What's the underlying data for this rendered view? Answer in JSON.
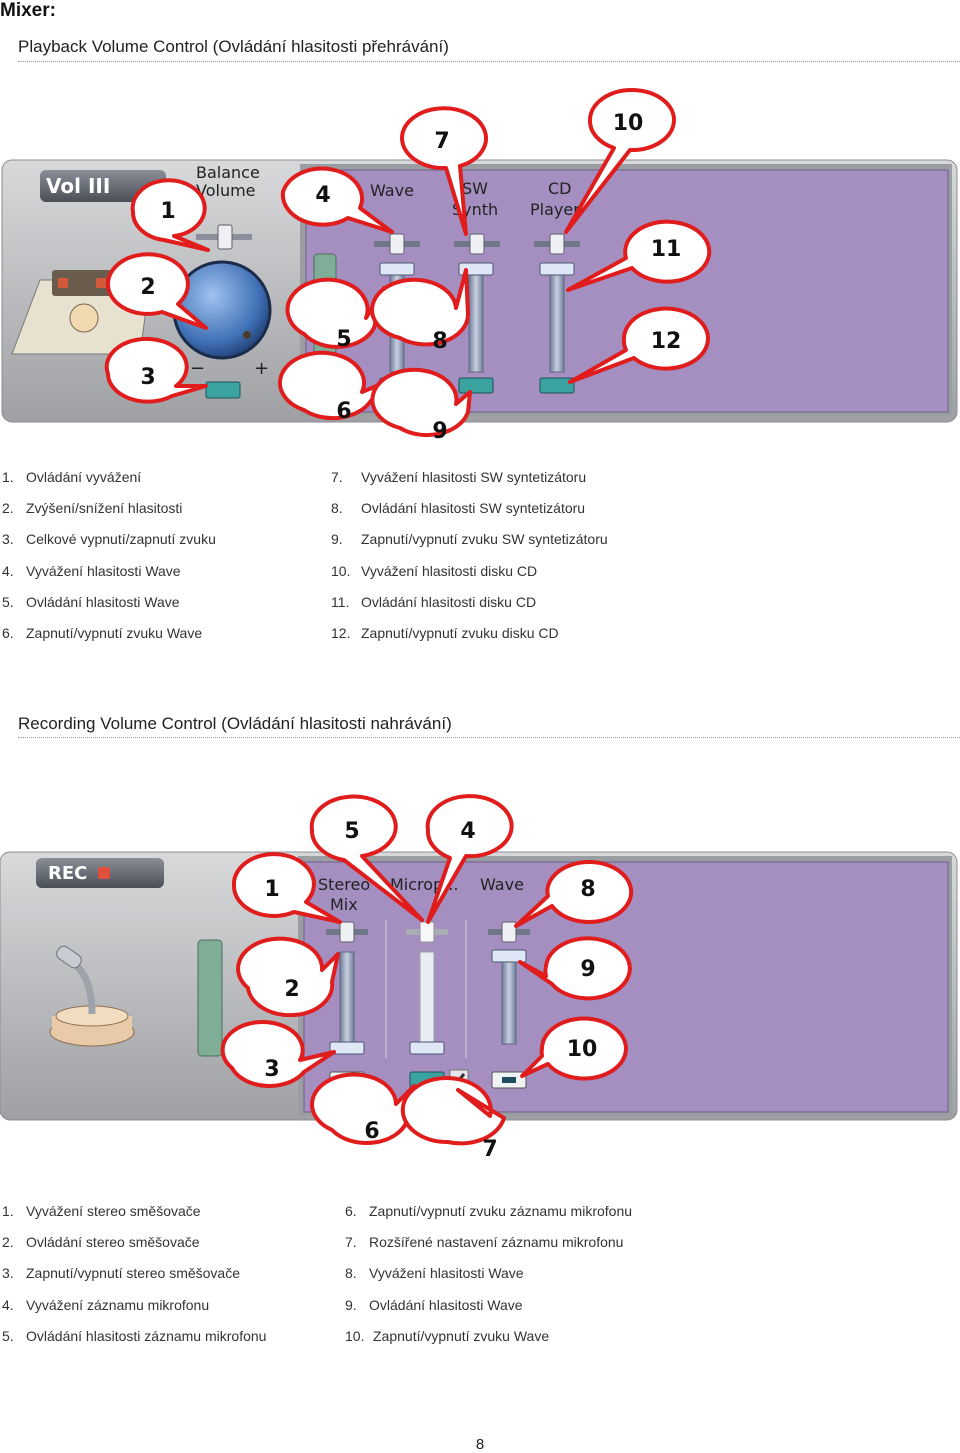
{
  "page_title": "Mixer:",
  "playback": {
    "heading": "Playback Volume Control (Ovládání hlasitosti přehrávání)",
    "panel_badge": "Vol III",
    "panel_labels": {
      "balance": "Balance",
      "volume": "Volume",
      "minus": "−",
      "plus": "+",
      "wave": "Wave",
      "sw_1": "SW",
      "sw_2": "Synth",
      "cd_1": "CD",
      "cd_2": "Player"
    },
    "callouts": [
      "1",
      "2",
      "3",
      "4",
      "5",
      "6",
      "7",
      "8",
      "9",
      "10",
      "11",
      "12"
    ],
    "legend_left": [
      {
        "n": "1.",
        "text": "Ovládání vyvážení"
      },
      {
        "n": "2.",
        "text": "Zvýšení/snížení hlasitosti"
      },
      {
        "n": "3.",
        "text": "Celkové vypnutí/zapnutí zvuku"
      },
      {
        "n": "4.",
        "text": "Vyvážení hlasitosti Wave"
      },
      {
        "n": "5.",
        "text": "Ovládání hlasitosti Wave"
      },
      {
        "n": "6.",
        "text": "Zapnutí/vypnutí zvuku Wave"
      }
    ],
    "legend_right": [
      {
        "n": "7.",
        "text": "Vyvážení hlasitosti SW syntetizátoru"
      },
      {
        "n": "8.",
        "text": "Ovládání hlasitosti SW syntetizátoru"
      },
      {
        "n": "9.",
        "text": "Zapnutí/vypnutí zvuku SW syntetizátoru"
      },
      {
        "n": "10.",
        "text": "Vyvážení hlasitosti disku CD"
      },
      {
        "n": "11.",
        "text": "Ovládání hlasitosti disku CD"
      },
      {
        "n": "12.",
        "text": "Zapnutí/vypnutí zvuku disku CD"
      }
    ]
  },
  "recording": {
    "heading": "Recording Volume Control (Ovládání hlasitosti nahrávání)",
    "panel_badge": "REC",
    "panel_labels": {
      "stereo_1": "Stereo",
      "stereo_2": "Mix",
      "micro": "Microp...",
      "wave": "Wave"
    },
    "callouts": [
      "1",
      "2",
      "3",
      "4",
      "5",
      "6",
      "7",
      "8",
      "9",
      "10"
    ],
    "legend_left": [
      {
        "n": "1.",
        "text": "Vyvážení stereo směšovače"
      },
      {
        "n": "2.",
        "text": "Ovládání stereo směšovače"
      },
      {
        "n": "3.",
        "text": "Zapnutí/vypnutí stereo směšovače"
      },
      {
        "n": "4.",
        "text": "Vyvážení záznamu mikrofonu"
      },
      {
        "n": "5.",
        "text": "Ovládání hlasitosti záznamu mikrofonu"
      }
    ],
    "legend_right": [
      {
        "n": "6.",
        "text": "Zapnutí/vypnutí zvuku záznamu mikrofonu"
      },
      {
        "n": "7.",
        "text": "Rozšířené nastavení záznamu mikrofonu"
      },
      {
        "n": "8.",
        "text": "Vyvážení hlasitosti Wave"
      },
      {
        "n": "9.",
        "text": "Ovládání hlasitosti Wave"
      },
      {
        "n": "10.",
        "text": "Zapnutí/vypnutí zvuku Wave"
      }
    ]
  },
  "page_number": "8",
  "colors": {
    "panel_bg": "#b7b9bc",
    "purple": "#a58fc0",
    "callout_red": "#e01c1c",
    "button_teal": "#3aa3a0"
  }
}
